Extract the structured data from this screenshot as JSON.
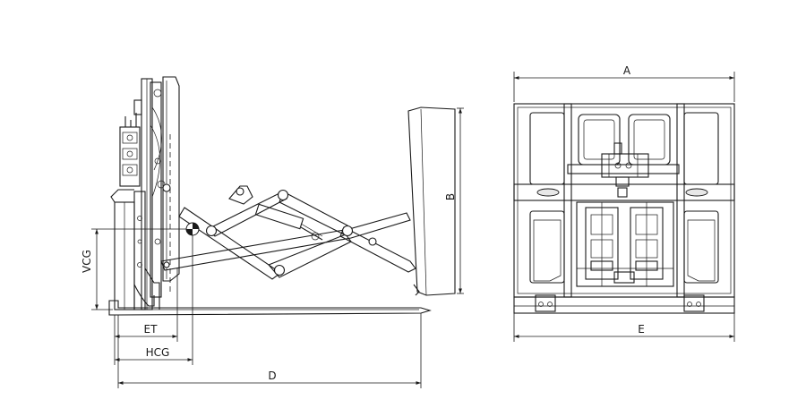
{
  "dimensions": {
    "A": "A",
    "B": "B",
    "D": "D",
    "E": "E",
    "ET": "ET",
    "HCG": "HCG",
    "VCG": "VCG"
  },
  "icons": {
    "center_of_gravity": "center-of-gravity-icon",
    "arrowhead": "arrowhead-icon"
  },
  "colors": {
    "line": "#1a1a1a",
    "background": "#ffffff"
  }
}
